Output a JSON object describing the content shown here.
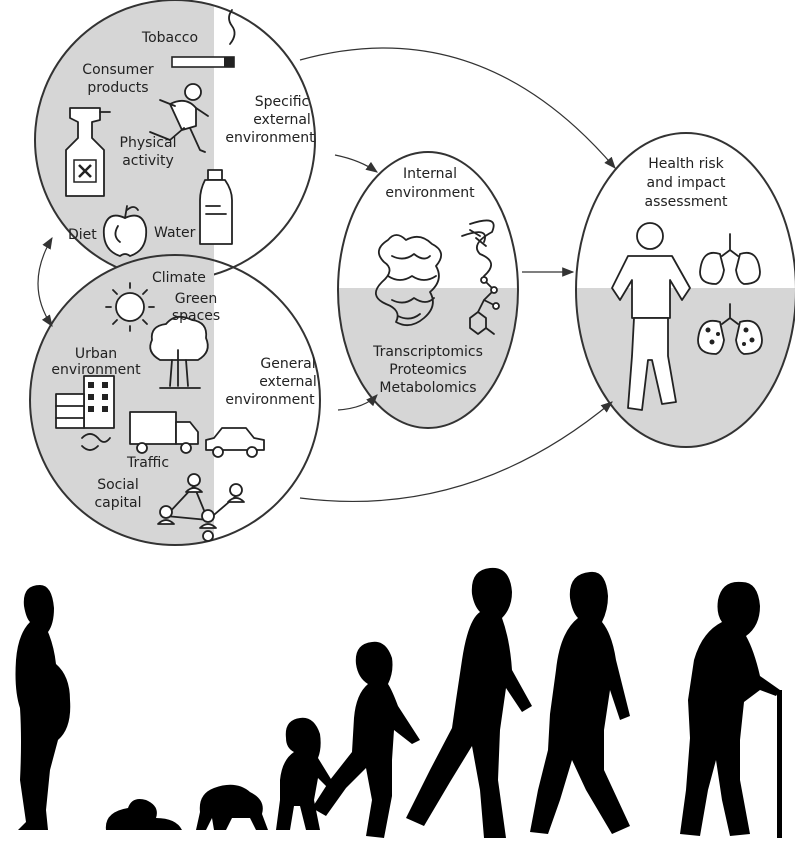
{
  "diagram": {
    "specific": {
      "tobacco": "Tobacco",
      "consumer_products_1": "Consumer",
      "consumer_products_2": "products",
      "physical_activity_1": "Physical",
      "physical_activity_2": "activity",
      "diet": "Diet",
      "water": "Water",
      "title_1": "Specific",
      "title_2": "external",
      "title_3": "environment"
    },
    "general": {
      "climate": "Climate",
      "green_spaces_1": "Green",
      "green_spaces_2": "spaces",
      "urban_1": "Urban",
      "urban_2": "environment",
      "traffic": "Traffic",
      "social_capital_1": "Social",
      "social_capital_2": "capital",
      "title_1": "General",
      "title_2": "external",
      "title_3": "environment"
    },
    "internal": {
      "title_1": "Internal",
      "title_2": "environment",
      "omics_1": "Transcriptomics",
      "omics_2": "Proteomics",
      "omics_3": "Metabolomics"
    },
    "health": {
      "title_1": "Health risk",
      "title_2": "and impact",
      "title_3": "assessment"
    }
  },
  "colors": {
    "shade": "#d6d6d6",
    "line": "#333333",
    "silhouette": "#000000"
  }
}
